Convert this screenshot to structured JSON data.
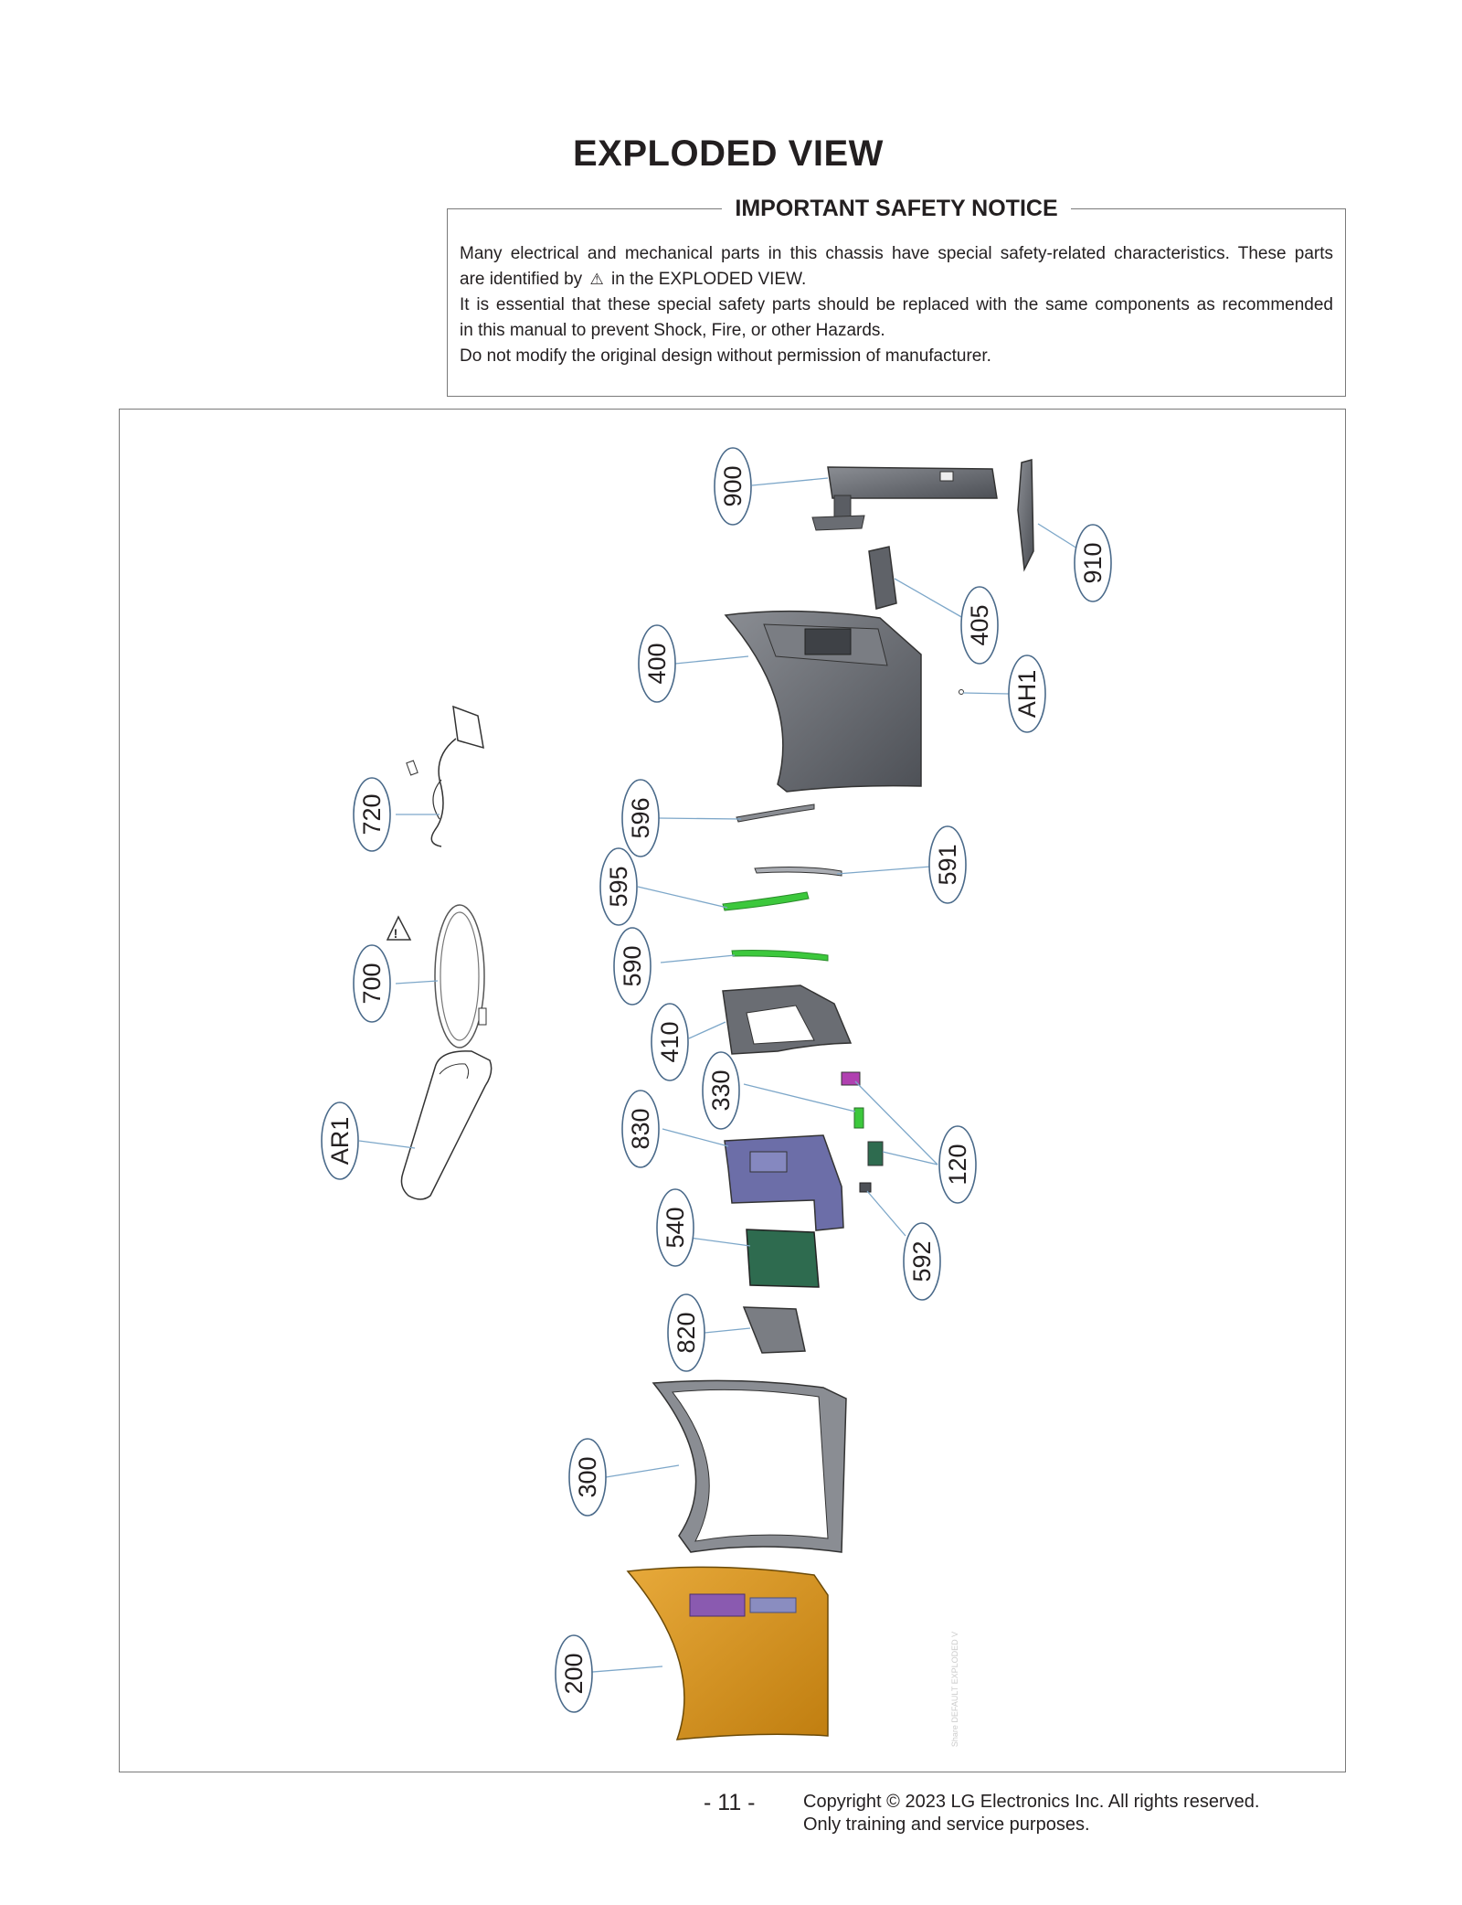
{
  "page": {
    "title": "EXPLODED VIEW",
    "page_number": "- 11 -",
    "copyright_line1": "Copyright © 2023 LG Electronics Inc. All rights reserved.",
    "copyright_line2": "Only training and service purposes."
  },
  "notice": {
    "title": "IMPORTANT SAFETY NOTICE",
    "line1": "Many electrical and mechanical parts in this chassis have special safety-related characteristics. These parts",
    "line2_a": "are identified by",
    "line2_b": "in the EXPLODED VIEW.",
    "line3": "It is essential that these special safety parts should be replaced with the same components as recommended",
    "line4": "in this manual to prevent Shock, Fire, or other Hazards.",
    "line5": "Do not modify the original design without permission of manufacturer."
  },
  "callouts": {
    "c900": "900",
    "c910": "910",
    "c405": "405",
    "c400": "400",
    "cAH1": "AH1",
    "c720": "720",
    "c596": "596",
    "c591": "591",
    "c595": "595",
    "c700": "700",
    "c590": "590",
    "c410": "410",
    "c330": "330",
    "c830": "830",
    "cAR1": "AR1",
    "c120": "120",
    "c540": "540",
    "c592": "592",
    "c820": "820",
    "c300": "300",
    "c200": "200"
  },
  "watermark": "Share DEFAULT EXPLODED V",
  "colors": {
    "part_gray": "#5a5d63",
    "part_green": "#3cc83c",
    "part_orange": "#d9961a",
    "part_purple": "#6c6ea8",
    "pcb_green": "#2e6b4f",
    "leader": "#7da7c9"
  }
}
